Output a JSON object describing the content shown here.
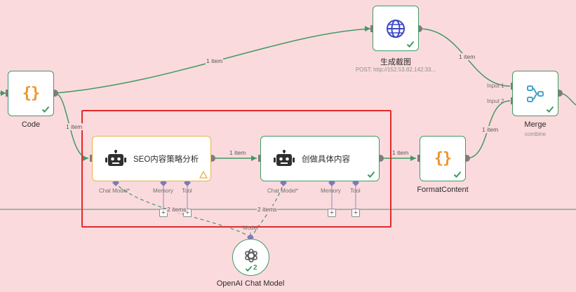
{
  "colors": {
    "canvas_bg": "#fbdadd",
    "success": "#3f9a63",
    "warning": "#e8b24b",
    "selection_frame": "#e22a2a",
    "code_icon": "#f0942c",
    "globe_icon": "#3a47c4",
    "merge_icon": "#4aa3c7",
    "ai_port": "#7d7bb8"
  },
  "nodes": {
    "code": {
      "title": "Code",
      "icon": "code-braces-icon",
      "status": "success"
    },
    "screenshot": {
      "title": "生成截图",
      "subtitle": "POST: http://152.53.82.142:33...",
      "icon": "globe-icon",
      "status": "success"
    },
    "merge": {
      "title": "Merge",
      "subtitle": "combine",
      "icon": "merge-icon",
      "status": "success",
      "input1": "Input 1",
      "input2": "Input 2"
    },
    "seo_agent": {
      "label": "SEO内容策略分析",
      "icon": "robot-icon",
      "status": "warning"
    },
    "content_agent": {
      "label": "创做具体内容",
      "icon": "robot-icon",
      "status": "success"
    },
    "format": {
      "title": "FormatContent",
      "icon": "code-braces-icon",
      "status": "success"
    },
    "openai": {
      "title": "OpenAI Chat Model",
      "icon": "openai-icon",
      "status": "success",
      "count": "2",
      "port_label": "Model"
    }
  },
  "agent_ports": {
    "chat_model": "Chat Model*",
    "memory": "Memory",
    "tool": "Tool"
  },
  "edges": {
    "code_to_screenshot": "1 item",
    "code_to_seo": "1 item",
    "seo_to_content": "1 item",
    "content_to_format": "1 item",
    "screenshot_to_merge": "1 item",
    "format_to_merge": "1 item",
    "openai_to_seo": "2 items",
    "openai_to_content": "2 items"
  }
}
